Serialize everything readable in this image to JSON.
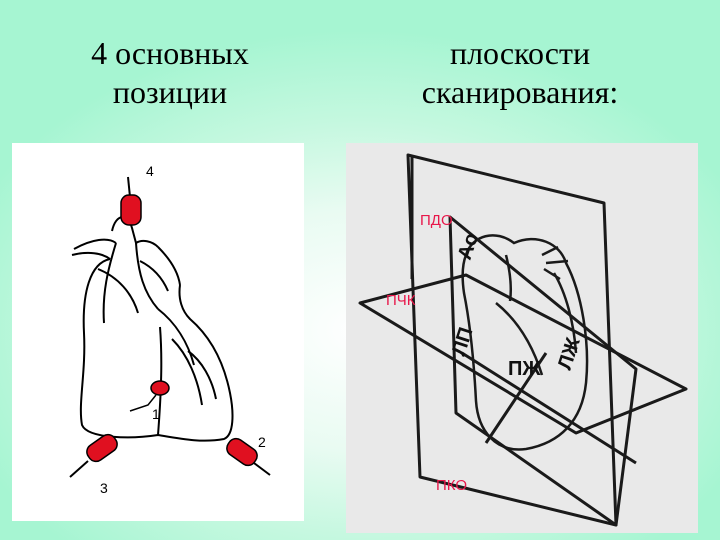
{
  "title_left": {
    "line1": "4 основных",
    "line2": "позиции"
  },
  "title_right": {
    "line1": "плоскости",
    "line2": "сканирования:"
  },
  "left_diagram": {
    "probe_labels": {
      "p1": "1",
      "p2": "2",
      "p3": "3",
      "p4": "4"
    }
  },
  "right_diagram": {
    "plane_labels": {
      "pdo": "ПДО",
      "pchk": "ПЧК",
      "pko": "ПКО"
    },
    "inner_labels": {
      "ao": "Ао",
      "pzh": "ПЖ",
      "lzh": "ЛЖ",
      "lp": "ЛП"
    }
  },
  "colors": {
    "background": "#a6f5d2",
    "probe": "#e01020",
    "label": "#e8174a"
  }
}
